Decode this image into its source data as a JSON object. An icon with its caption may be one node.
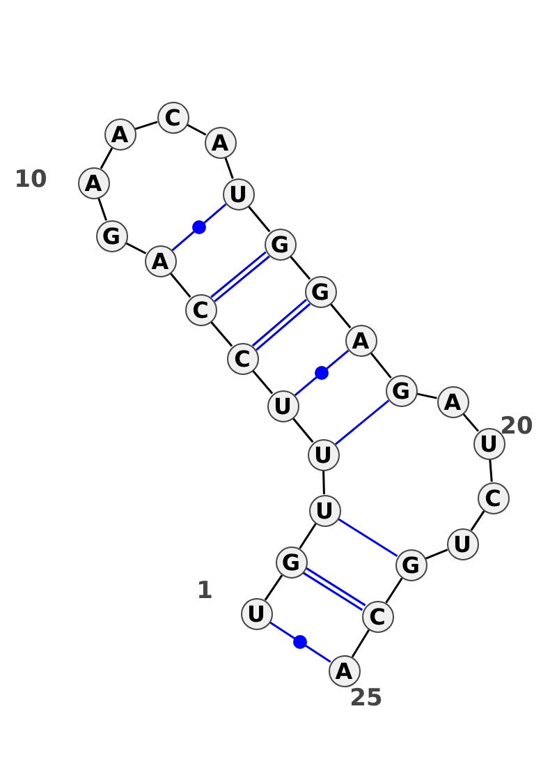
{
  "diagram": {
    "nodes": [
      {
        "text": [
          "U"
        ],
        "beside": [
          "1"
        ]
      },
      {
        "text": [
          "G"
        ]
      },
      {
        "text": [
          "U"
        ]
      },
      {
        "text": [
          "U"
        ]
      },
      {
        "text": [
          "U"
        ]
      },
      {
        "text": [
          "C"
        ]
      },
      {
        "text": [
          "C"
        ]
      },
      {
        "text": [
          "A"
        ]
      },
      {
        "text": [
          "G"
        ]
      },
      {
        "text": [
          "A"
        ],
        "beside": [
          "10"
        ]
      },
      {
        "text": [
          "A"
        ]
      },
      {
        "text": [
          "C"
        ]
      },
      {
        "text": [
          "A"
        ]
      },
      {
        "text": [
          "U"
        ]
      },
      {
        "text": [
          "G"
        ]
      },
      {
        "text": [
          "G"
        ]
      },
      {
        "text": [
          "A"
        ]
      },
      {
        "text": [
          "G"
        ]
      },
      {
        "text": [
          "A"
        ]
      },
      {
        "text": [
          "U"
        ],
        "beside": [
          "20"
        ]
      },
      {
        "text": [
          "C"
        ]
      },
      {
        "text": [
          "U"
        ]
      },
      {
        "text": [
          "G"
        ]
      },
      {
        "text": [
          "C"
        ]
      },
      {
        "text": [
          "A"
        ],
        "beside": [
          "25"
        ]
      }
    ],
    "edges": [
      {
        "from": 0,
        "to": 1,
        "arrow": "none"
      },
      {
        "from": 1,
        "to": 2,
        "arrow": "none"
      },
      {
        "from": 2,
        "to": 3,
        "arrow": "none"
      },
      {
        "from": 3,
        "to": 4,
        "arrow": "none"
      },
      {
        "from": 4,
        "to": 5,
        "arrow": "none"
      },
      {
        "from": 5,
        "to": 6,
        "arrow": "none"
      },
      {
        "from": 6,
        "to": 7,
        "arrow": "none"
      },
      {
        "from": 7,
        "to": 8,
        "arrow": "none"
      },
      {
        "from": 8,
        "to": 9,
        "arrow": "none"
      },
      {
        "from": 9,
        "to": 10,
        "arrow": "none"
      },
      {
        "from": 10,
        "to": 11,
        "arrow": "none"
      },
      {
        "from": 11,
        "to": 12,
        "arrow": "none"
      },
      {
        "from": 12,
        "to": 13,
        "arrow": "none"
      },
      {
        "from": 13,
        "to": 14,
        "arrow": "none"
      },
      {
        "from": 14,
        "to": 15,
        "arrow": "none"
      },
      {
        "from": 15,
        "to": 16,
        "arrow": "none"
      },
      {
        "from": 16,
        "to": 17,
        "arrow": "none"
      },
      {
        "from": 17,
        "to": 18,
        "arrow": "none"
      },
      {
        "from": 18,
        "to": 19,
        "arrow": "none"
      },
      {
        "from": 19,
        "to": 20,
        "arrow": "none"
      },
      {
        "from": 20,
        "to": 21,
        "arrow": "none"
      },
      {
        "from": 21,
        "to": 22,
        "arrow": "none"
      },
      {
        "from": 22,
        "to": 23,
        "arrow": "none"
      },
      {
        "from": 23,
        "to": 24,
        "arrow": "none"
      },
      {
        "from": 7,
        "to": 13,
        "arrow": "none",
        "color": "#0000ff"
      },
      {
        "from": 6,
        "to": 14,
        "arrow": "none",
        "color": "#0000ff"
      },
      {
        "from": 5,
        "to": 15,
        "arrow": "none",
        "color": "#0000ff"
      },
      {
        "from": 4,
        "to": 16,
        "arrow": "none",
        "color": "#0000ff"
      },
      {
        "from": 3,
        "to": 17,
        "arrow": "none",
        "color": "#0000ff"
      },
      {
        "from": 2,
        "to": 22,
        "arrow": "none",
        "color": "#0000ff"
      },
      {
        "from": 1,
        "to": 23,
        "arrow": "none",
        "color": "#0000ff"
      },
      {
        "from": 0,
        "to": 24,
        "arrow": "none",
        "color": "#0000ff"
      }
    ]
  }
}
